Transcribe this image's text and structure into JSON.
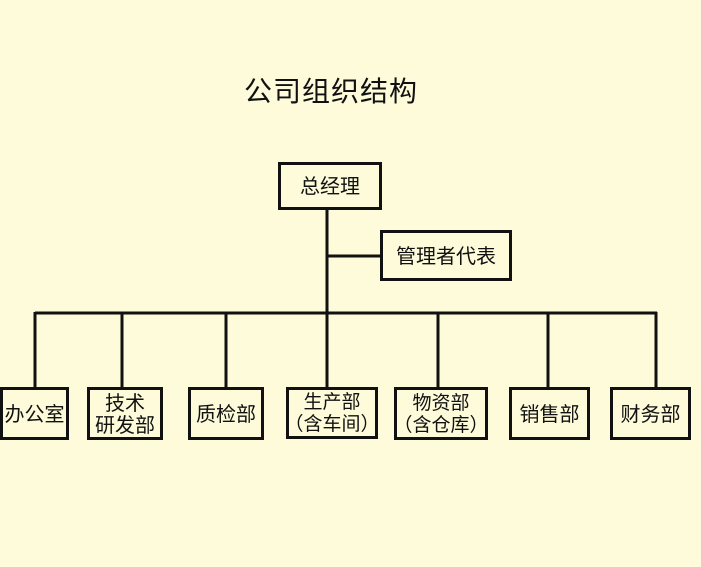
{
  "title": "公司组织结构",
  "colors": {
    "background": "#fdfbd9",
    "line": "#111111"
  },
  "nodes": {
    "gm": {
      "lines": [
        "总经理"
      ]
    },
    "rep": {
      "lines": [
        "管理者代表"
      ]
    },
    "departments": [
      {
        "id": "office",
        "lines": [
          "办公室"
        ]
      },
      {
        "id": "tech",
        "lines": [
          "技术",
          "研发部"
        ]
      },
      {
        "id": "qc",
        "lines": [
          "质检部"
        ]
      },
      {
        "id": "prod",
        "lines": [
          "生产部",
          "（含车间）"
        ]
      },
      {
        "id": "supply",
        "lines": [
          "物资部",
          "（含仓库）"
        ]
      },
      {
        "id": "sales",
        "lines": [
          "销售部"
        ]
      },
      {
        "id": "finance",
        "lines": [
          "财务部"
        ]
      }
    ]
  }
}
